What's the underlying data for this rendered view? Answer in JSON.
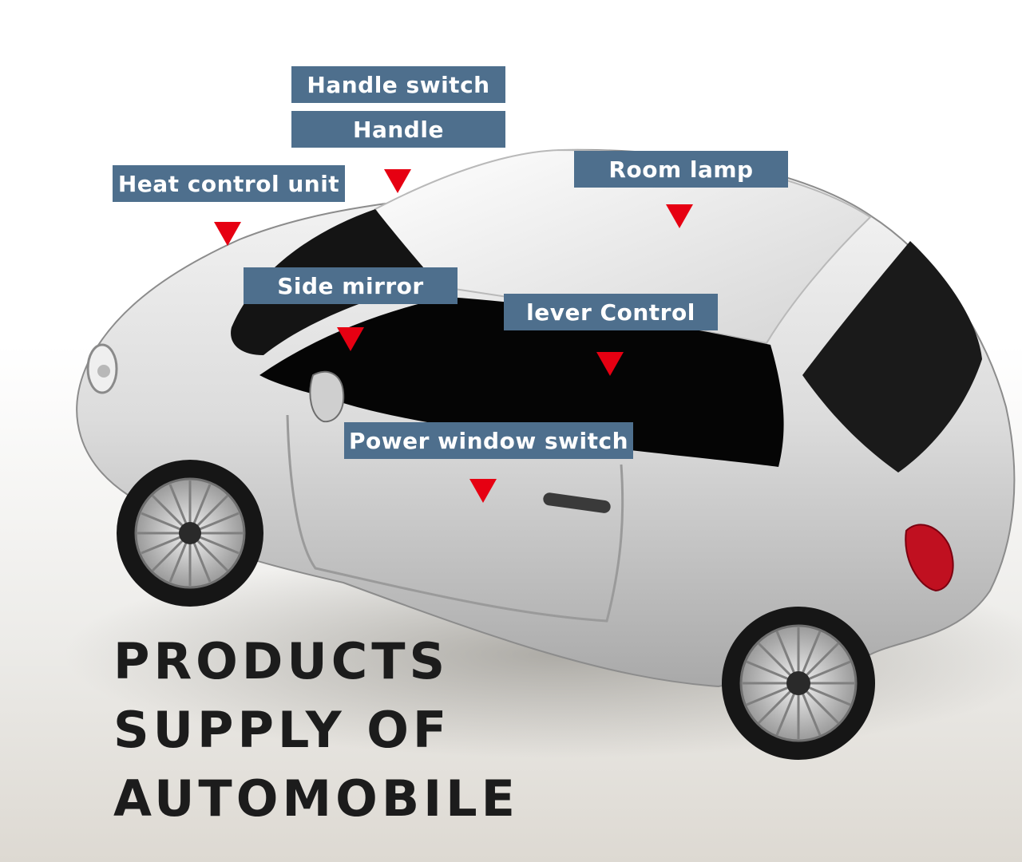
{
  "colors": {
    "label_bg": "#4e6f8d",
    "label_text": "#ffffff",
    "marker": "#e60012",
    "headline": "#1c1c1c"
  },
  "labels": {
    "handle_switch": "Handle switch",
    "handle": "Handle",
    "heat_control_unit": "Heat control unit",
    "room_lamp": "Room lamp",
    "side_mirror": "Side mirror",
    "lever_control": "lever Control",
    "power_window_switch": "Power window switch"
  },
  "headline": [
    "PRODUCTS",
    "SUPPLY OF",
    "AUTOMOBILE"
  ],
  "icons": {
    "marker": "red-triangle-down-icon",
    "illustration": "white-car-illustration"
  }
}
